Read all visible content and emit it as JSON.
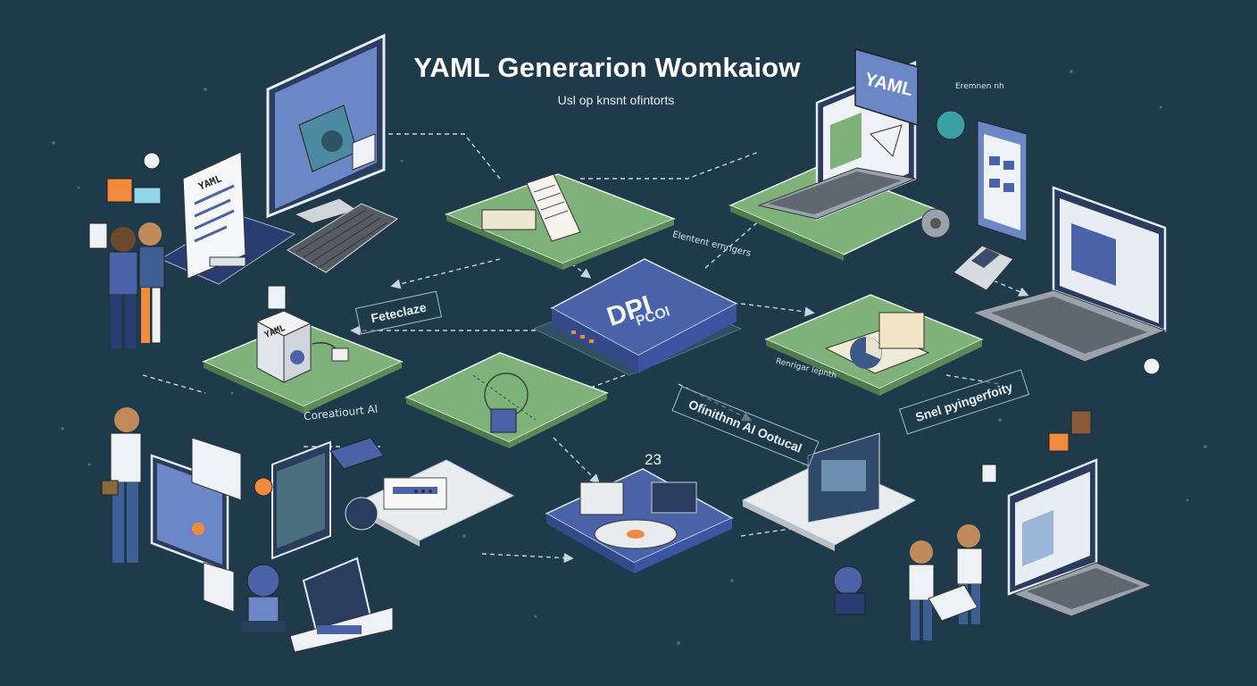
{
  "header": {
    "title": "YAML Generarion Womkaiow",
    "subtitle": "Usl op knsnt ofintorts"
  },
  "hub": {
    "label": "DPI",
    "sublabel": "PCOI"
  },
  "screens": {
    "doc_yaml": "YAML",
    "box_yaml": "YAML",
    "sign_yaml": "YAML",
    "counter": "23"
  },
  "labels": {
    "refactor": "Feteclaze",
    "optimizer": "Ofinithnn AI Ootucal",
    "shell": "Snel pyingerfoity",
    "config": "Coreatiourt AI",
    "services": "Elentent ernrigers",
    "small_a": "Renrigar lepnth",
    "small_b": "Eremnen nh"
  },
  "colors": {
    "background": "#1f3b4b",
    "tile_green": "#7fb27a",
    "tile_blue": "#4a63a8",
    "tile_grey": "#e9ecee",
    "accent_orange": "#f08a3c",
    "line": "#c8d6de"
  }
}
